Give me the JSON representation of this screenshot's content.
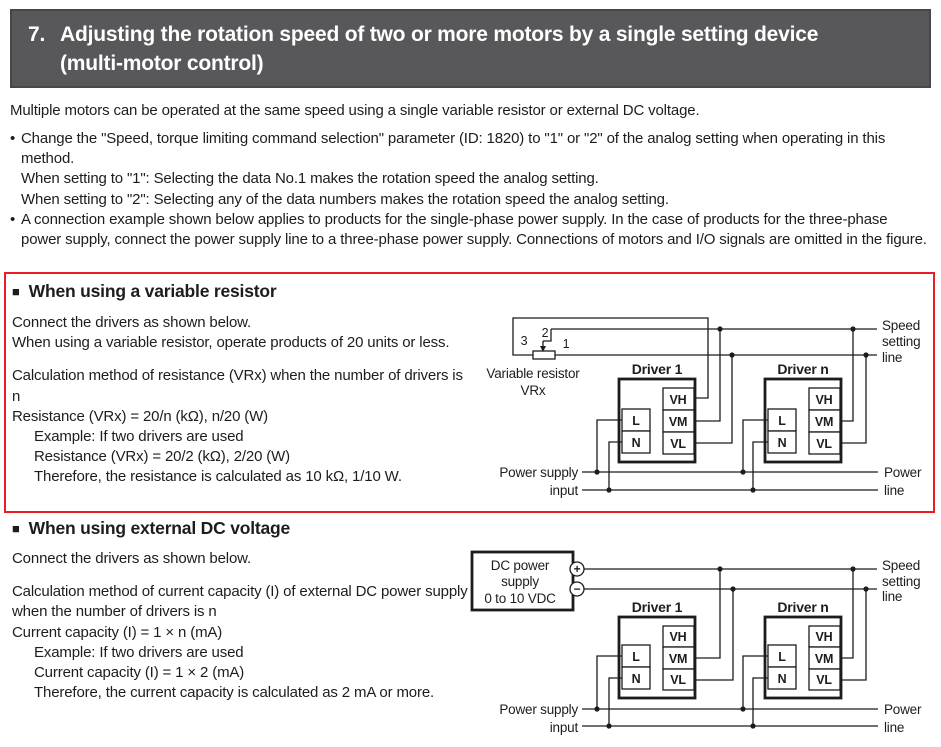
{
  "colors": {
    "header_bg": "#58585a",
    "header_text": "#ffffff",
    "highlight_border": "#ec1c24",
    "body_text": "#1d1d1f"
  },
  "header": {
    "number": "7.",
    "line1": "Adjusting the rotation speed of two or more motors by a single setting device",
    "line2": "(multi-motor control)"
  },
  "intro": {
    "p1": "Multiple motors can be operated at the same speed using a single variable resistor or external DC voltage.",
    "bullet_marker": "•",
    "b1": "Change the \"Speed, torque limiting command selection\" parameter (ID: 1820) to \"1\" or \"2\" of the analog setting when operating in this method.",
    "b1_sub1": "When setting to \"1\": Selecting the data No.1 makes the rotation speed the analog setting.",
    "b1_sub2": "When setting to \"2\": Selecting any of the data numbers makes the rotation speed the analog setting.",
    "b2": "A connection example shown below applies to products for the single-phase power supply. In the case of products for the three-phase power supply, connect the power supply line to a three-phase power supply. Connections of motors and I/O signals are omitted in the figure."
  },
  "section1": {
    "marker": "■",
    "heading": "When using a variable resistor",
    "p1": "Connect the drivers as shown below.",
    "p2": "When using a variable resistor, operate products of 20 units or less.",
    "p3": "Calculation method of resistance (VRx) when the number of drivers is n",
    "f1": "Resistance (VRx) = 20/n (kΩ), n/20 (W)",
    "ex1": "Example: If two drivers are used",
    "ex2": "Resistance (VRx) = 20/2 (kΩ), 2/20 (W)",
    "ex3": "Therefore, the resistance is calculated as 10 kΩ, 1/10 W."
  },
  "section2": {
    "marker": "■",
    "heading": "When using external DC voltage",
    "p1": "Connect the drivers as shown below.",
    "p2": "Calculation method of current capacity (I) of external DC power supply when the number of drivers is n",
    "f1": "Current capacity (I) = 1 × n (mA)",
    "ex1": "Example: If two drivers are used",
    "ex2": "Current capacity (I) = 1 × 2 (mA)",
    "ex3": "Therefore, the current capacity is calculated as 2 mA or more."
  },
  "diagram1": {
    "vr_line1": "Variable resistor",
    "vr_line2": "VRx",
    "term1": "1",
    "term2": "2",
    "term3": "3",
    "driver1": "Driver 1",
    "driver_n": "Driver n",
    "vh": "VH",
    "vm": "VM",
    "vl": "VL",
    "l": "L",
    "n": "N",
    "speed1": "Speed",
    "speed2": "setting",
    "speed3": "line",
    "power_left1": "Power supply",
    "power_left2": "input",
    "power_right1": "Power",
    "power_right2": "line"
  },
  "diagram2": {
    "ps_line1": "DC power",
    "ps_line2": "supply",
    "ps_line3": "0 to 10 VDC",
    "plus": "+",
    "minus": "−",
    "driver1": "Driver 1",
    "driver_n": "Driver n",
    "vh": "VH",
    "vm": "VM",
    "vl": "VL",
    "l": "L",
    "n": "N",
    "speed1": "Speed",
    "speed2": "setting",
    "speed3": "line",
    "power_left1": "Power supply",
    "power_left2": "input",
    "power_right1": "Power",
    "power_right2": "line"
  }
}
